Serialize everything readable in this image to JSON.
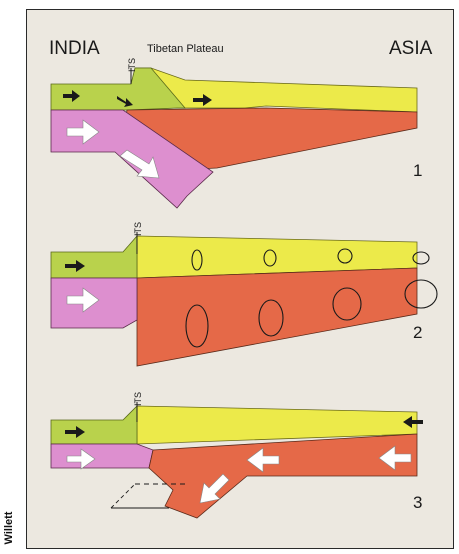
{
  "header": {
    "left_label": "INDIA",
    "right_label": "ASIA",
    "plateau_label": "Tibetan Plateau"
  },
  "marker_label": "ITS",
  "panels": [
    {
      "number": "1"
    },
    {
      "number": "2"
    },
    {
      "number": "3"
    }
  ],
  "credit": "Willett",
  "colors": {
    "background": "#ece8e0",
    "yellow_layer": "#ecea4a",
    "green_layer": "#b9d24c",
    "pink_layer": "#dd8fcf",
    "red_layer": "#e56948",
    "arrow_fill": "#ffffff"
  }
}
